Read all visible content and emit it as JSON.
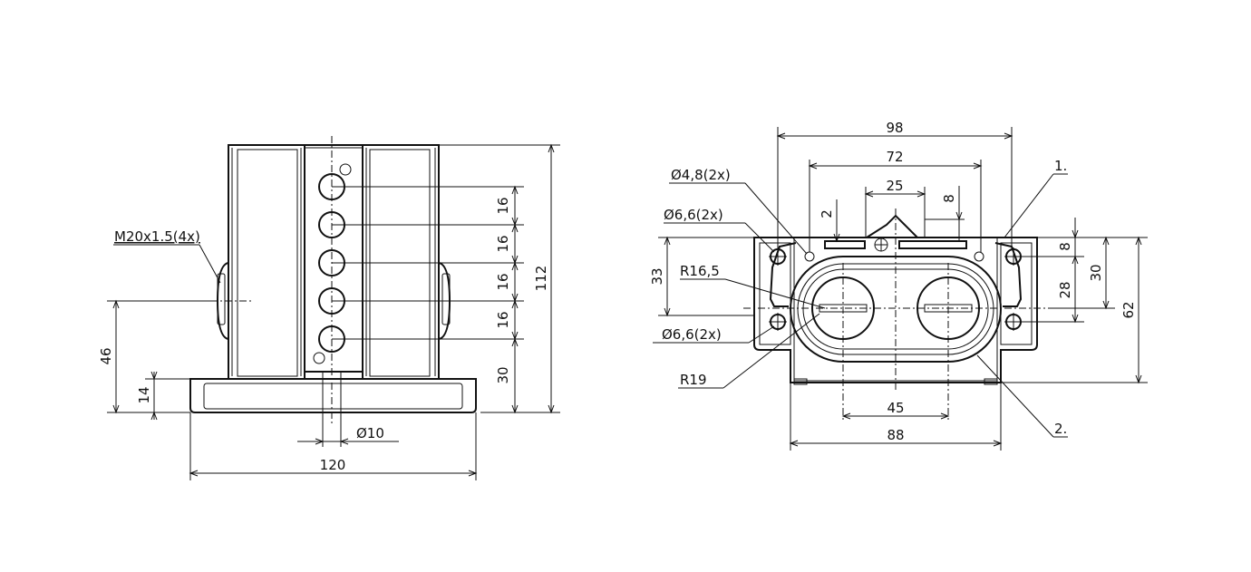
{
  "left_view": {
    "dims": {
      "pitch": [
        "16",
        "16",
        "16",
        "16"
      ],
      "bottom_offset": "30",
      "height_total": "112",
      "center_height": "46",
      "base_height": "14",
      "width_total": "120",
      "hole_dia": "Ø10"
    },
    "callouts": {
      "thread": "M20x1.5(4x)"
    }
  },
  "right_view": {
    "dims": {
      "outer_width": "98",
      "inner_width": "72",
      "slot_width": "25",
      "slot_depth": "8",
      "rail_gap": "2",
      "hole_offset": "8",
      "hole_spacing_v": "28",
      "height_30": "30",
      "height_33": "33",
      "height_62": "62",
      "center_spacing": "45",
      "base_width": "88"
    },
    "callouts": {
      "small_hole": "Ø4,8(2x)",
      "mount_hole_top": "Ø6,6(2x)",
      "mount_hole_bottom": "Ø6,6(2x)",
      "radius_inner": "R16,5",
      "radius_outer": "R19",
      "item1": "1.",
      "item2": "2."
    }
  }
}
